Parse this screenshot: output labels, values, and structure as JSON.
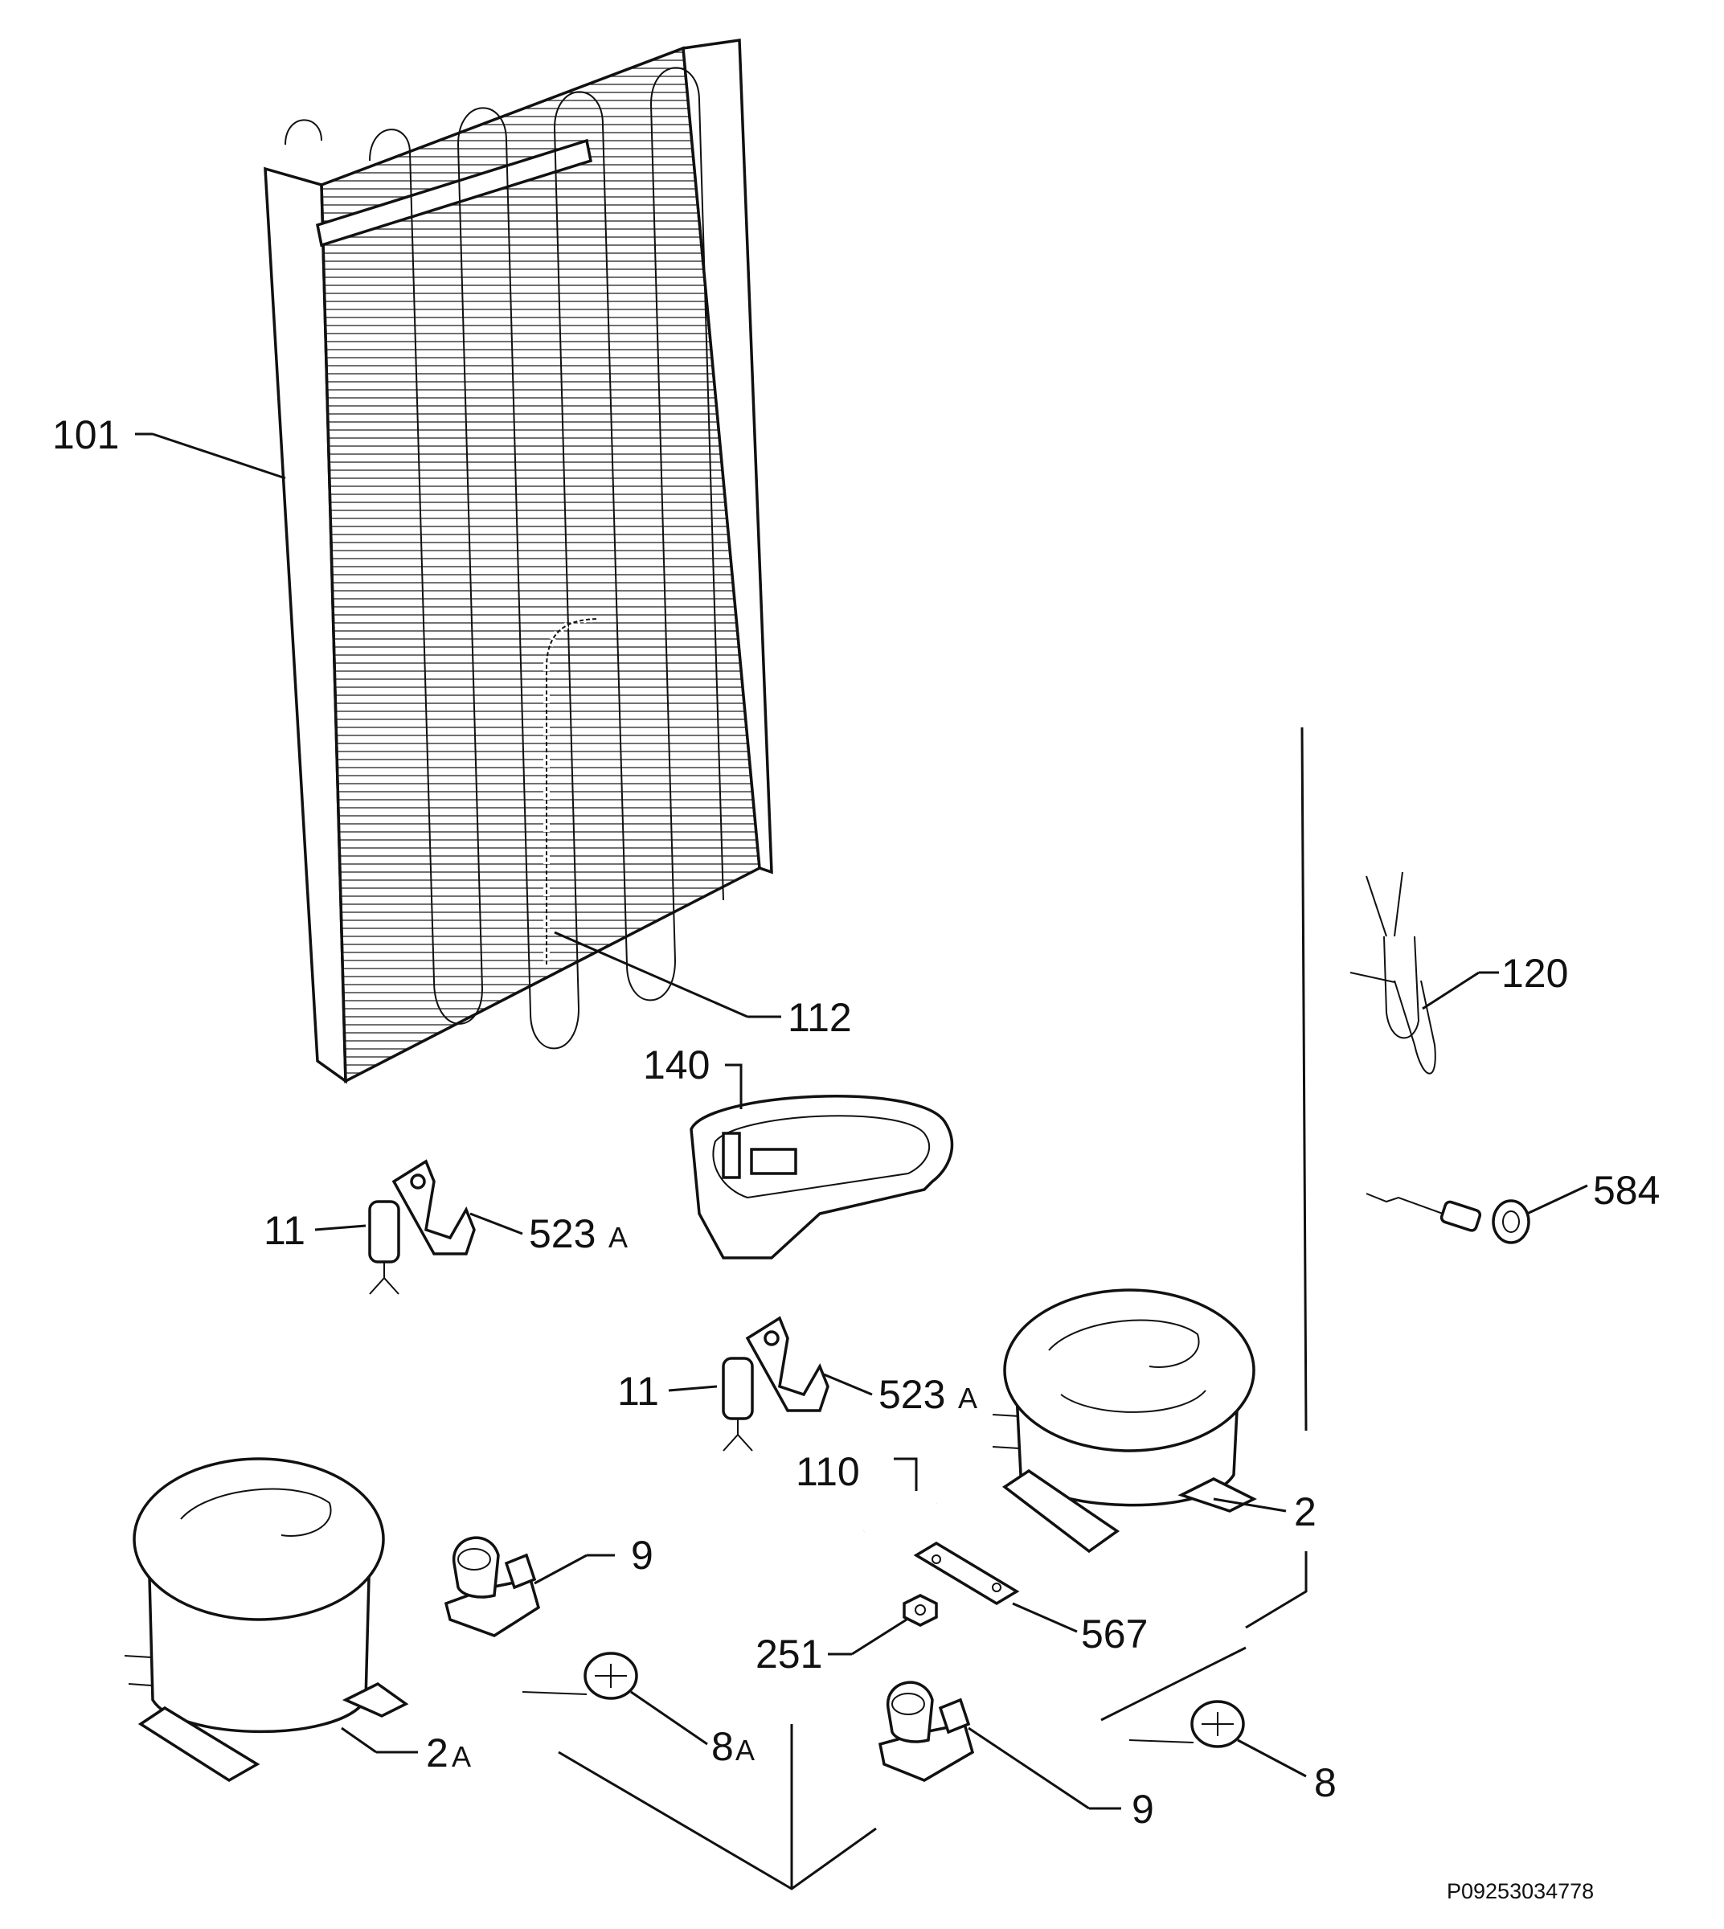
{
  "drawing_code": "P09253034778",
  "labels": {
    "p101": "101",
    "p112": "112",
    "p140": "140",
    "p120": "120",
    "p584": "584",
    "p11a": "11",
    "p523a_a_num": "523",
    "p523a_a_suf": "A",
    "p11b": "11",
    "p523a_b_num": "523",
    "p523a_b_suf": "A",
    "p110": "110",
    "p2": "2",
    "p9a": "9",
    "p567": "567",
    "p251": "251",
    "p2a_num": "2",
    "p2a_suf": "A",
    "p8a_num": "8",
    "p8a_suf": "A",
    "p9b": "9",
    "p8": "8"
  },
  "colors": {
    "ink": "#111111",
    "paper": "#ffffff"
  }
}
